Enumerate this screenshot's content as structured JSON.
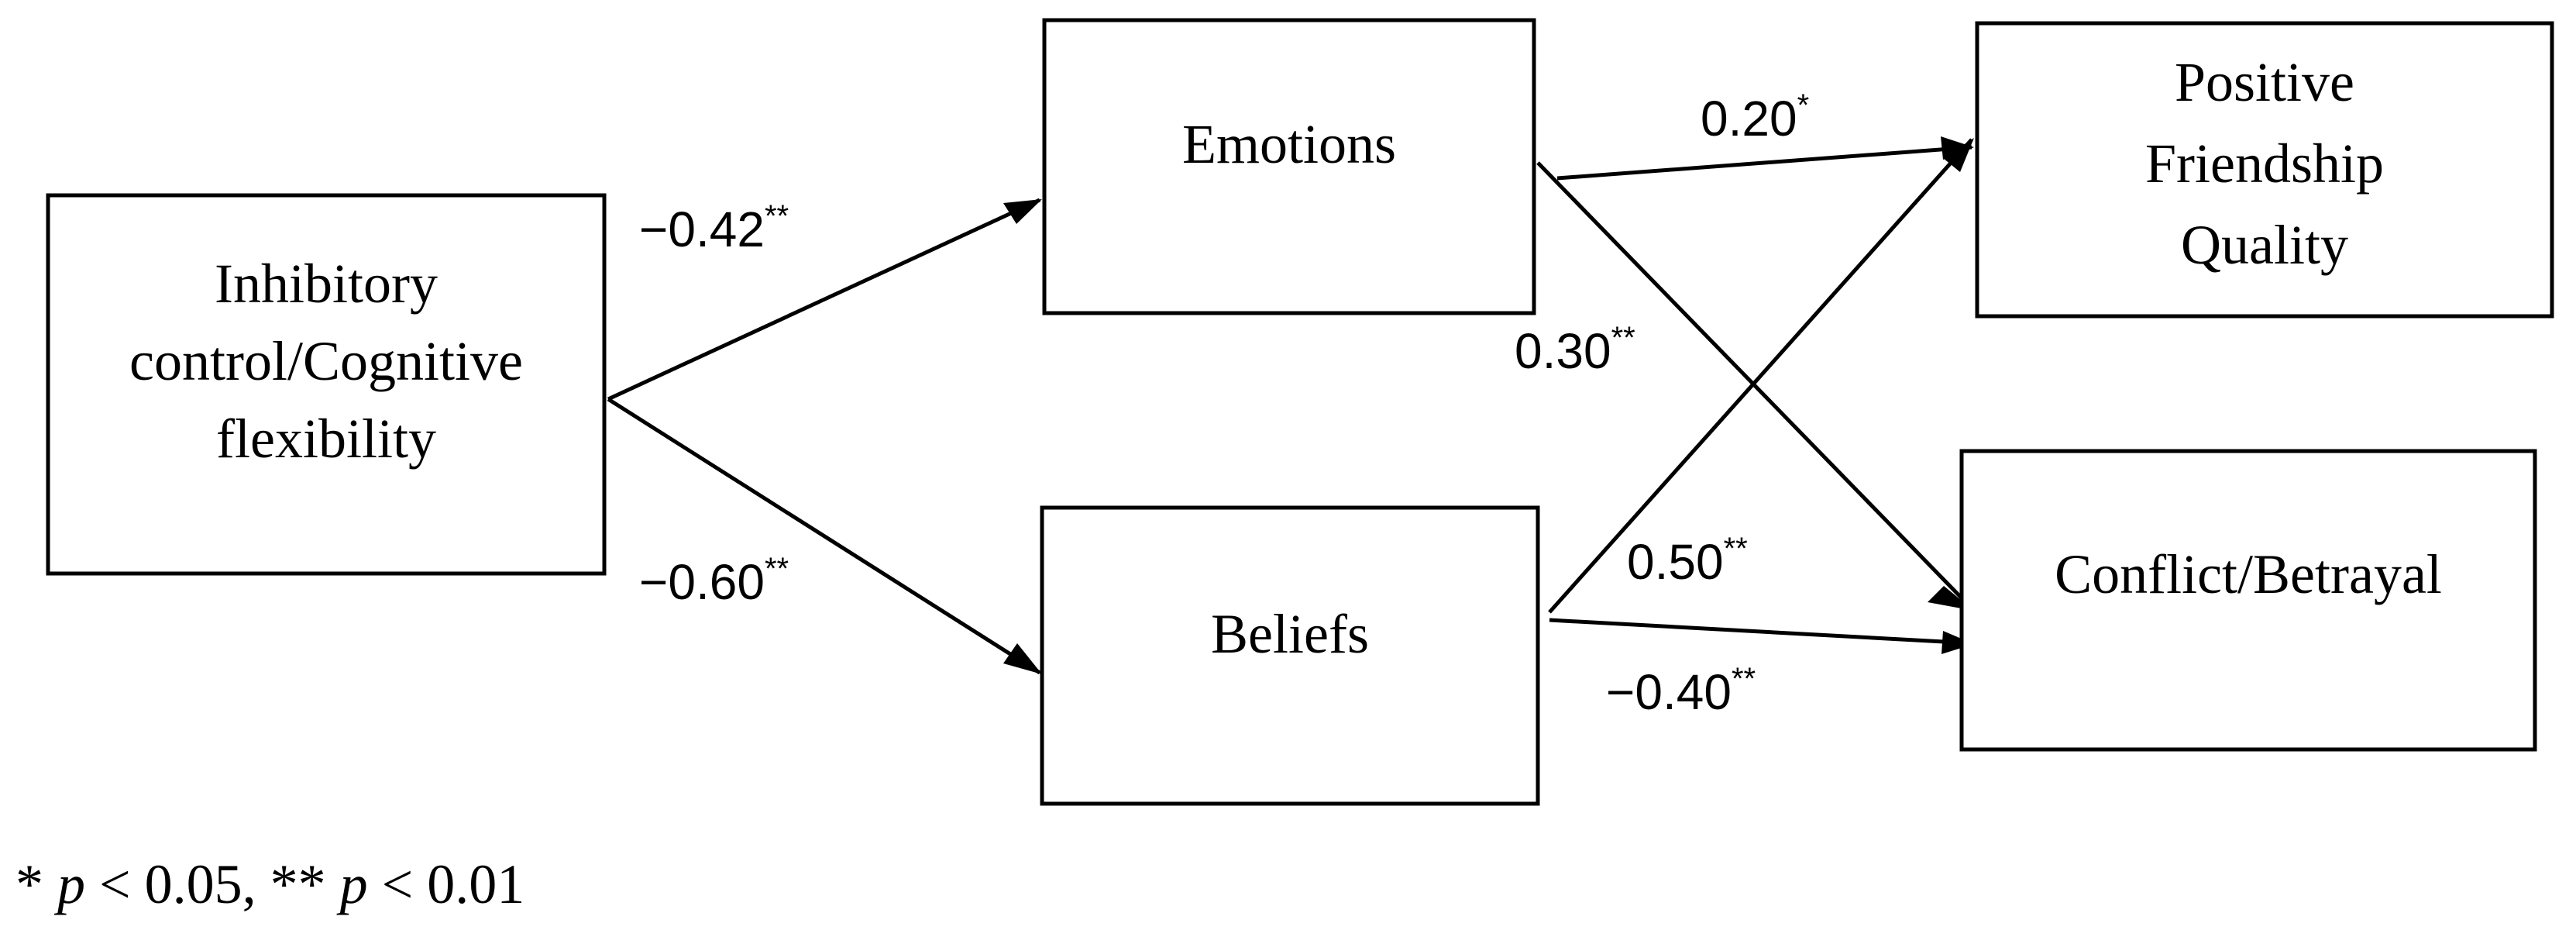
{
  "nodes": {
    "inhibitory": [
      "Inhibitory",
      "control/Cognitive",
      "flexibility"
    ],
    "emotions": [
      "Emotions"
    ],
    "beliefs": [
      "Beliefs"
    ],
    "positive": [
      "Positive",
      "Friendship",
      "Quality"
    ],
    "conflict": [
      "Conflict/Betrayal"
    ]
  },
  "edges": {
    "inhibitory_emotions": {
      "coef": "−0.42",
      "sig": "**"
    },
    "inhibitory_beliefs": {
      "coef": "−0.60",
      "sig": "**"
    },
    "emotions_positive": {
      "coef": "0.20",
      "sig": "*"
    },
    "emotions_conflict": {
      "coef": "0.30",
      "sig": "**"
    },
    "beliefs_positive": {
      "coef": "0.50",
      "sig": "**"
    },
    "beliefs_conflict": {
      "coef": "−0.40",
      "sig": "**"
    }
  },
  "note": {
    "star1": "*",
    "p1": "p",
    "thr1": "< 0.05,",
    "star2": "**",
    "p2": "p",
    "thr2": "< 0.01"
  },
  "colors": {
    "line": "#000000",
    "background": "#ffffff"
  }
}
